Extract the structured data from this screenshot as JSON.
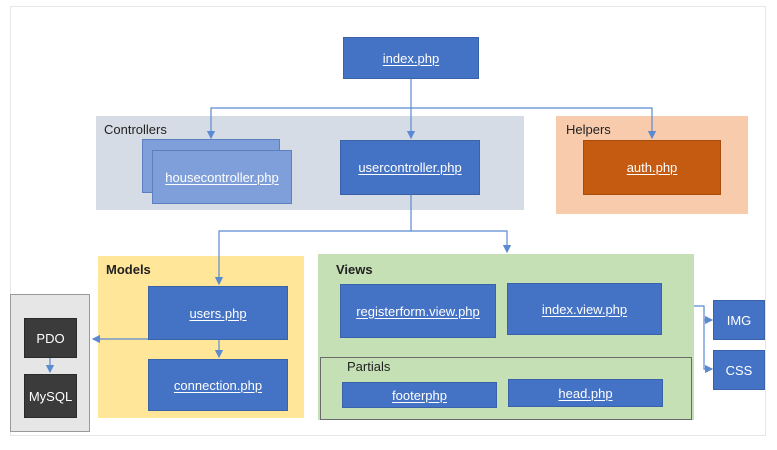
{
  "colors": {
    "blue": "#4472c4",
    "blue_light": "#7f9fda",
    "orange": "#c55a11",
    "controllers_bg": "#d6dce5",
    "helpers_bg": "#f8cbad",
    "models_bg": "#ffe699",
    "views_bg": "#c5e0b4",
    "db_bg": "#e7e6e6",
    "dark": "#3b3b3b",
    "connector": "#5b8ad0"
  },
  "nodes": {
    "index": "index.php",
    "housecontroller": "housecontroller.php",
    "usercontroller": "usercontroller.php",
    "auth": "auth.php",
    "users": "users.php",
    "connection": "connection.php",
    "registerform": "registerform.view.php",
    "indexview": "index.view.php",
    "footer": "footerphp",
    "head": "head.php",
    "pdo": "PDO",
    "mysql": "MySQL",
    "img": "IMG",
    "css": "CSS"
  },
  "groups": {
    "controllers": "Controllers",
    "helpers": "Helpers",
    "models": "Models",
    "views": "Views",
    "partials": "Partials"
  }
}
